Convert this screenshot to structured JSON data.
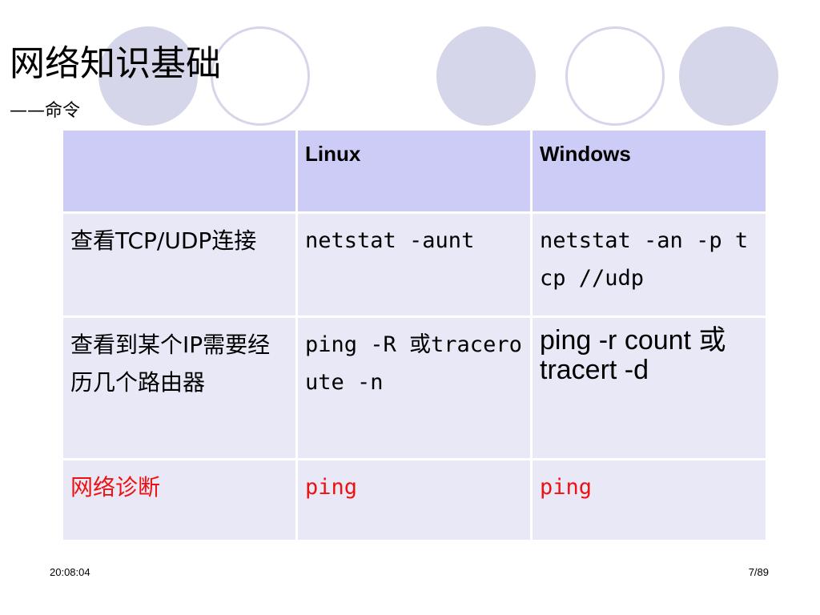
{
  "slide": {
    "title": "网络知识基础",
    "subtitle": "——命令",
    "decoration_color": "#d6d6ea"
  },
  "table": {
    "header_bg": "#ccccf7",
    "row_bg": "#e8e8f7",
    "headers": [
      "",
      "Linux",
      "Windows"
    ],
    "rows": [
      {
        "label": "查看TCP/UDP连接",
        "linux": "netstat -aunt",
        "windows": "netstat -an -p tcp //udp"
      },
      {
        "label": "查看到某个IP需要经历几个路由器",
        "linux": "ping -R 或traceroute -n",
        "windows": "ping -r count 或tracert -d"
      },
      {
        "label": "网络诊断",
        "linux": "ping",
        "windows": "ping",
        "highlight_color": "#ee1111"
      }
    ]
  },
  "footer": {
    "time": "20:08:04",
    "page": "7/89"
  }
}
